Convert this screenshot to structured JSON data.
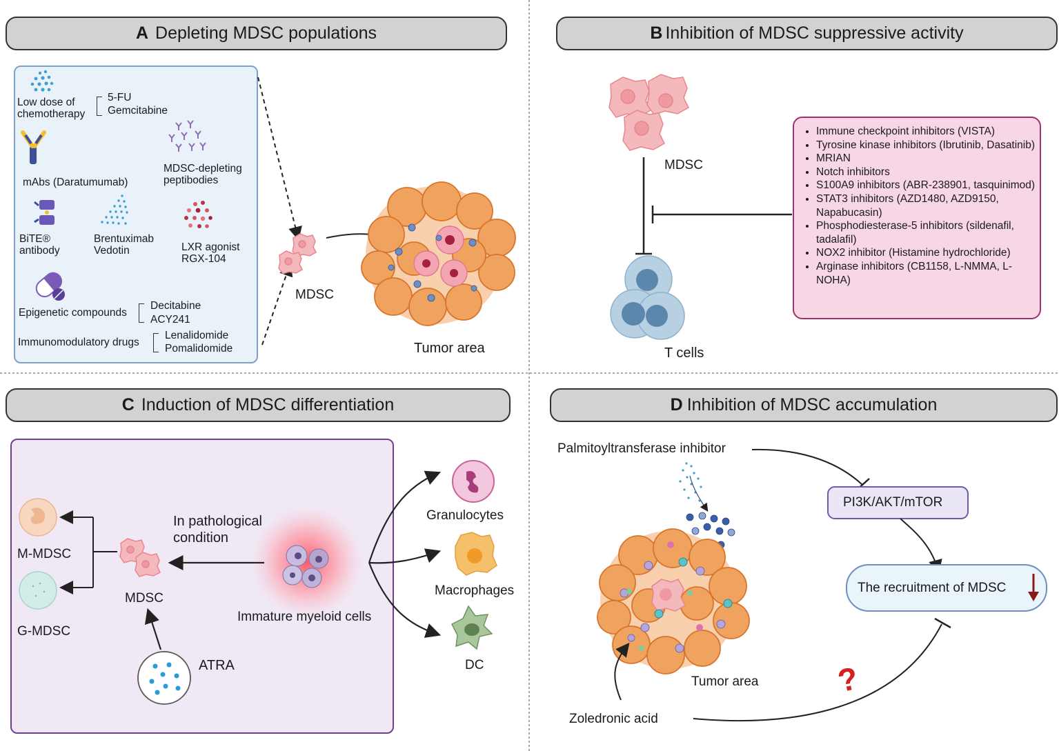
{
  "panels": {
    "a": {
      "letter": "A",
      "title": "Depleting MDSC populations",
      "chemo_label": "Low dose of chemotherapy",
      "chemo_drugs": [
        "5-FU",
        "Gemcitabine"
      ],
      "mabs_label": "mAbs (Daratumumab)",
      "peptibodies_label": "MDSC-depleting peptibodies",
      "bite_label": "BiTE® antibody",
      "brentuximab_label": "Brentuximab Vedotin",
      "lxr_label": "LXR agonist RGX-104",
      "epigenetic_label": "Epigenetic compounds",
      "epigenetic_drugs": [
        "Decitabine",
        "ACY241"
      ],
      "immunomod_label": "Immunomodulatory drugs",
      "immunomod_drugs": [
        "Lenalidomide",
        "Pomalidomide"
      ],
      "mdsc_label": "MDSC",
      "tumor_label": "Tumor area"
    },
    "b": {
      "letter": "B",
      "title": "Inhibition of MDSC suppressive activity",
      "mdsc_label": "MDSC",
      "tcells_label": "T cells",
      "inhibitors": [
        "Immune checkpoint inhibitors (VISTA)",
        "Tyrosine kinase inhibitors (Ibrutinib, Dasatinib)",
        "MRIAN",
        "Notch inhibitors",
        "S100A9 inhibitors (ABR-238901, tasquinimod)",
        "STAT3 inhibitors (AZD1480, AZD9150, Napabucasin)",
        "Phosphodiesterase-5 inhibitors (sildenafil, tadalafil)",
        "NOX2 inhibitor (Histamine hydrochloride)",
        "Arginase inhibitors (CB1158, L-NMMA,  L-NOHA)"
      ]
    },
    "c": {
      "letter": "C",
      "title": "Induction of MDSC differentiation",
      "mmdsc_label": "M-MDSC",
      "gmdsc_label": "G-MDSC",
      "mdsc_label": "MDSC",
      "pathological_label_1": "In pathological",
      "pathological_label_2": "condition",
      "immature_label": "Immature myeloid cells",
      "atra_label": "ATRA",
      "granulocytes_label": "Granulocytes",
      "macrophages_label": "Macrophages",
      "dc_label": "DC"
    },
    "d": {
      "letter": "D",
      "title": "Inhibition of MDSC accumulation",
      "palmitoyl_label": "Palmitoyltransferase inhibitor",
      "pathway_label": "PI3K/AKT/mTOR",
      "recruitment_label": "The recruitment of MDSC",
      "tumor_label": "Tumor area",
      "zoledronic_label": "Zoledronic acid",
      "question_mark": "?"
    }
  },
  "colors": {
    "header_fill": "#d2d2d2",
    "panel_a_box": "#eaf2f9",
    "panel_a_border": "#7f9fcf",
    "panel_c_box": "#f1e8f5",
    "panel_c_border": "#6e3f8f",
    "inhibitor_box": "#f7d6e6",
    "inhibitor_border": "#a0306e",
    "mdsc_pink": "#f4b9bd",
    "tumor_orange": "#f0a35e",
    "tcell_blue": "#b7d0e2",
    "question_red": "#d42020"
  }
}
